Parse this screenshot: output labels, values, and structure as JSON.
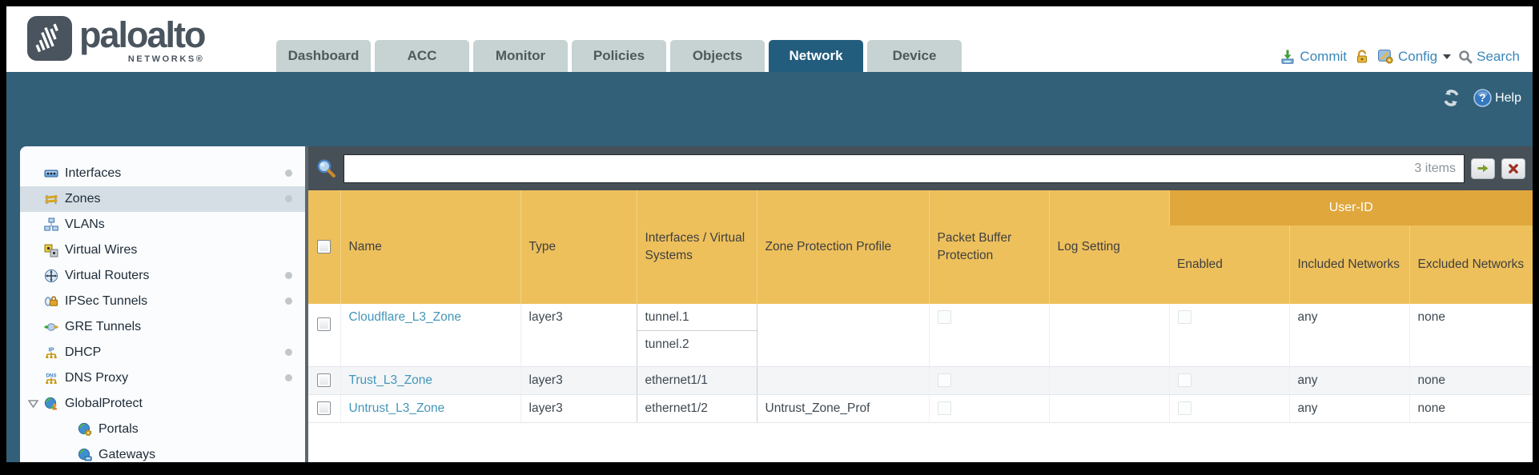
{
  "brand": {
    "name": "paloalto",
    "subtitle": "NETWORKS®"
  },
  "nav": {
    "tabs": [
      {
        "label": "Dashboard",
        "active": false
      },
      {
        "label": "ACC",
        "active": false
      },
      {
        "label": "Monitor",
        "active": false
      },
      {
        "label": "Policies",
        "active": false
      },
      {
        "label": "Objects",
        "active": false
      },
      {
        "label": "Network",
        "active": true
      },
      {
        "label": "Device",
        "active": false
      }
    ],
    "actions": {
      "commit": "Commit",
      "config": "Config",
      "search": "Search"
    }
  },
  "utility": {
    "help": "Help"
  },
  "sidebar": {
    "items": [
      {
        "label": "Interfaces",
        "icon": "interfaces-icon",
        "dot": true,
        "selected": false
      },
      {
        "label": "Zones",
        "icon": "zones-icon",
        "dot": true,
        "selected": true
      },
      {
        "label": "VLANs",
        "icon": "vlans-icon",
        "dot": false,
        "selected": false
      },
      {
        "label": "Virtual Wires",
        "icon": "virtual-wires-icon",
        "dot": false,
        "selected": false
      },
      {
        "label": "Virtual Routers",
        "icon": "virtual-routers-icon",
        "dot": true,
        "selected": false
      },
      {
        "label": "IPSec Tunnels",
        "icon": "ipsec-tunnels-icon",
        "dot": true,
        "selected": false
      },
      {
        "label": "GRE Tunnels",
        "icon": "gre-tunnels-icon",
        "dot": false,
        "selected": false
      },
      {
        "label": "DHCP",
        "icon": "dhcp-icon",
        "dot": true,
        "selected": false
      },
      {
        "label": "DNS Proxy",
        "icon": "dns-proxy-icon",
        "dot": true,
        "selected": false
      },
      {
        "label": "GlobalProtect",
        "icon": "globalprotect-icon",
        "dot": false,
        "selected": false,
        "expandable": true
      },
      {
        "label": "Portals",
        "icon": "portals-icon",
        "dot": false,
        "selected": false,
        "child": true
      },
      {
        "label": "Gateways",
        "icon": "gateways-icon",
        "dot": false,
        "selected": false,
        "child": true
      }
    ]
  },
  "filterbar": {
    "value": "",
    "items_count": "3 items"
  },
  "table": {
    "columns": [
      "Name",
      "Type",
      "Interfaces / Virtual Systems",
      "Zone Protection Profile",
      "Packet Buffer Protection",
      "Log Setting"
    ],
    "group_header": "User-ID",
    "group_columns": [
      "Enabled",
      "Included Networks",
      "Excluded Networks"
    ],
    "rows": [
      {
        "name": "Cloudflare_L3_Zone",
        "type": "layer3",
        "interfaces": [
          "tunnel.1",
          "tunnel.2"
        ],
        "zone_protection_profile": "",
        "packet_buffer_protection": false,
        "log_setting": "",
        "user_id_enabled": false,
        "included_networks": "any",
        "excluded_networks": "none"
      },
      {
        "name": "Trust_L3_Zone",
        "type": "layer3",
        "interfaces": [
          "ethernet1/1"
        ],
        "zone_protection_profile": "",
        "packet_buffer_protection": false,
        "log_setting": "",
        "user_id_enabled": false,
        "included_networks": "any",
        "excluded_networks": "none"
      },
      {
        "name": "Untrust_L3_Zone",
        "type": "layer3",
        "interfaces": [
          "ethernet1/2"
        ],
        "zone_protection_profile": "Untrust_Zone_Prof",
        "packet_buffer_protection": false,
        "log_setting": "",
        "user_id_enabled": false,
        "included_networks": "any",
        "excluded_networks": "none"
      }
    ]
  },
  "colors": {
    "teal_band": "#326078",
    "active_tab": "#235d7e",
    "table_header_amber": "#edc05c",
    "user_id_band_amber": "#e0a73d",
    "link_blue": "#4496ba",
    "filterbar_gray": "#474f57"
  }
}
